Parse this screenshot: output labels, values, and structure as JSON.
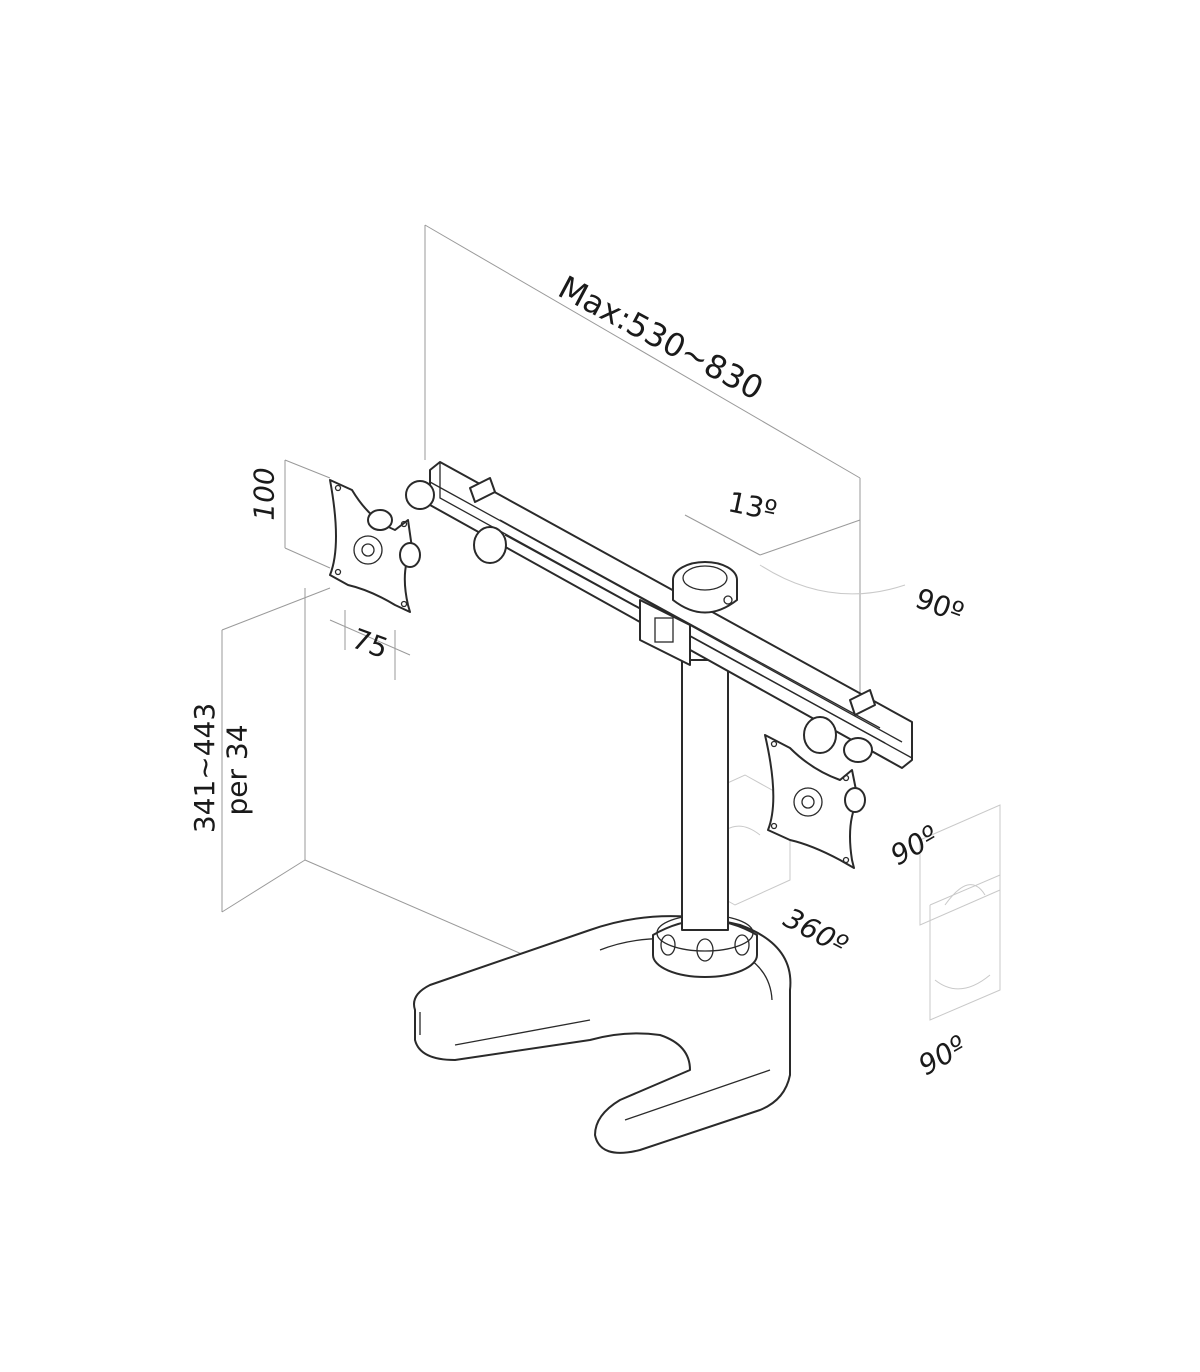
{
  "labels": {
    "max_width": "Max:530~830",
    "tilt": "13º",
    "swivel_right": "90º",
    "vesa_height": "100",
    "vesa_width": "75",
    "height_range": "341~443",
    "height_step": "per 34",
    "pivot": "90º",
    "pole_rotation": "360º",
    "arm_rotation": "90º"
  },
  "colors": {
    "stroke": "#2a2a2a",
    "dimension_line": "#9a9a9a",
    "ghost_box": "#c9c9c9",
    "background": "#ffffff"
  },
  "icons": {
    "rotation": "curved-arrow-icon"
  }
}
